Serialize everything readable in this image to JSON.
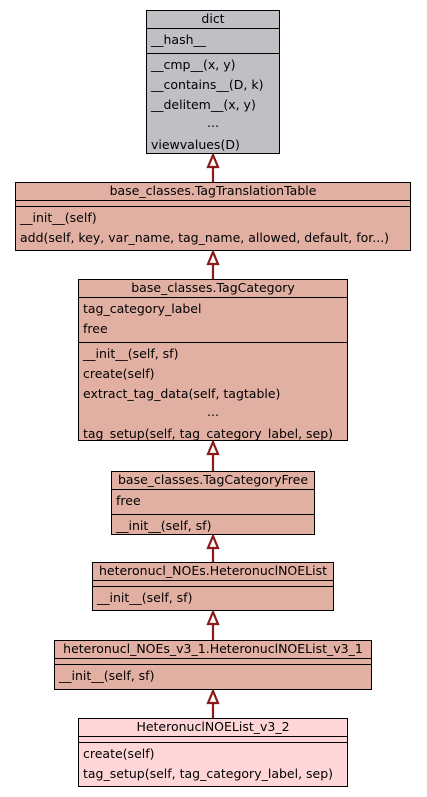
{
  "colors": {
    "builtin_fill": "#c0bfc4",
    "base_fill": "#e2b0a3",
    "leaf_fill": "#fed6d8",
    "edge": "#8b1a1a"
  },
  "classes": {
    "dict": {
      "name": "dict",
      "attributes": [
        "__hash__"
      ],
      "methods": [
        "__cmp__(x, y)",
        "__contains__(D, k)",
        "__delitem__(x, y)",
        "...",
        "viewvalues(D)"
      ]
    },
    "tag_translation_table": {
      "name": "base_classes.TagTranslationTable",
      "attributes": [],
      "methods": [
        "__init__(self)",
        "add(self, key, var_name, tag_name, allowed, default, for...)"
      ]
    },
    "tag_category": {
      "name": "base_classes.TagCategory",
      "attributes": [
        "tag_category_label",
        "free"
      ],
      "methods": [
        "__init__(self, sf)",
        "create(self)",
        "extract_tag_data(self, tagtable)",
        "...",
        "tag_setup(self, tag_category_label, sep)"
      ]
    },
    "tag_category_free": {
      "name": "base_classes.TagCategoryFree",
      "attributes": [
        "free"
      ],
      "methods": [
        "__init__(self, sf)"
      ]
    },
    "heteronucl_noe_list": {
      "name": "heteronucl_NOEs.HeteronuclNOEList",
      "attributes": [],
      "methods": [
        "__init__(self, sf)"
      ]
    },
    "heteronucl_noe_list_v3_1": {
      "name": "heteronucl_NOEs_v3_1.HeteronuclNOEList_v3_1",
      "attributes": [],
      "methods": [
        "__init__(self, sf)"
      ]
    },
    "heteronucl_noe_list_v3_2": {
      "name": "HeteronuclNOEList_v3_2",
      "attributes": [],
      "methods": [
        "create(self)",
        "tag_setup(self, tag_category_label, sep)"
      ]
    }
  }
}
